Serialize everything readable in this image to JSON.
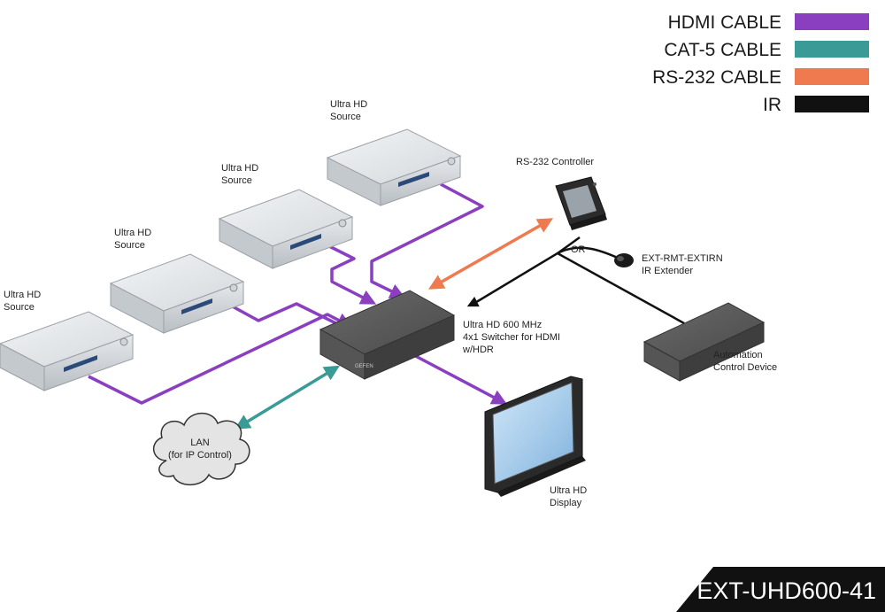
{
  "legend": [
    {
      "label": "HDMI CABLE",
      "color": "#8a3fc0"
    },
    {
      "label": "CAT-5 CABLE",
      "color": "#3a9a96"
    },
    {
      "label": "RS-232 CABLE",
      "color": "#ef7a4f"
    },
    {
      "label": "IR",
      "color": "#111111"
    }
  ],
  "sources": [
    {
      "line1": "Ultra HD",
      "line2": "Source"
    },
    {
      "line1": "Ultra HD",
      "line2": "Source"
    },
    {
      "line1": "Ultra HD",
      "line2": "Source"
    },
    {
      "line1": "Ultra HD",
      "line2": "Source"
    }
  ],
  "rs232_controller": "RS-232 Controller",
  "or_label": "OR",
  "ir_extender": {
    "line1": "EXT-RMT-EXTIRN",
    "line2": "IR Extender"
  },
  "switcher": {
    "line1": "Ultra HD 600 MHz",
    "line2": "4x1 Switcher for HDMI",
    "line3": "w/HDR",
    "badge": "GEFEN"
  },
  "automation": {
    "line1": "Automation",
    "line2": "Control Device"
  },
  "lan": {
    "line1": "LAN",
    "line2": "(for IP Control)"
  },
  "display": {
    "line1": "Ultra HD",
    "line2": "Display"
  },
  "model": "EXT-UHD600-41",
  "colors": {
    "hdmi": "#8a3fc0",
    "cat5": "#3a9a96",
    "rs232": "#ef7a4f",
    "ir": "#111111"
  }
}
